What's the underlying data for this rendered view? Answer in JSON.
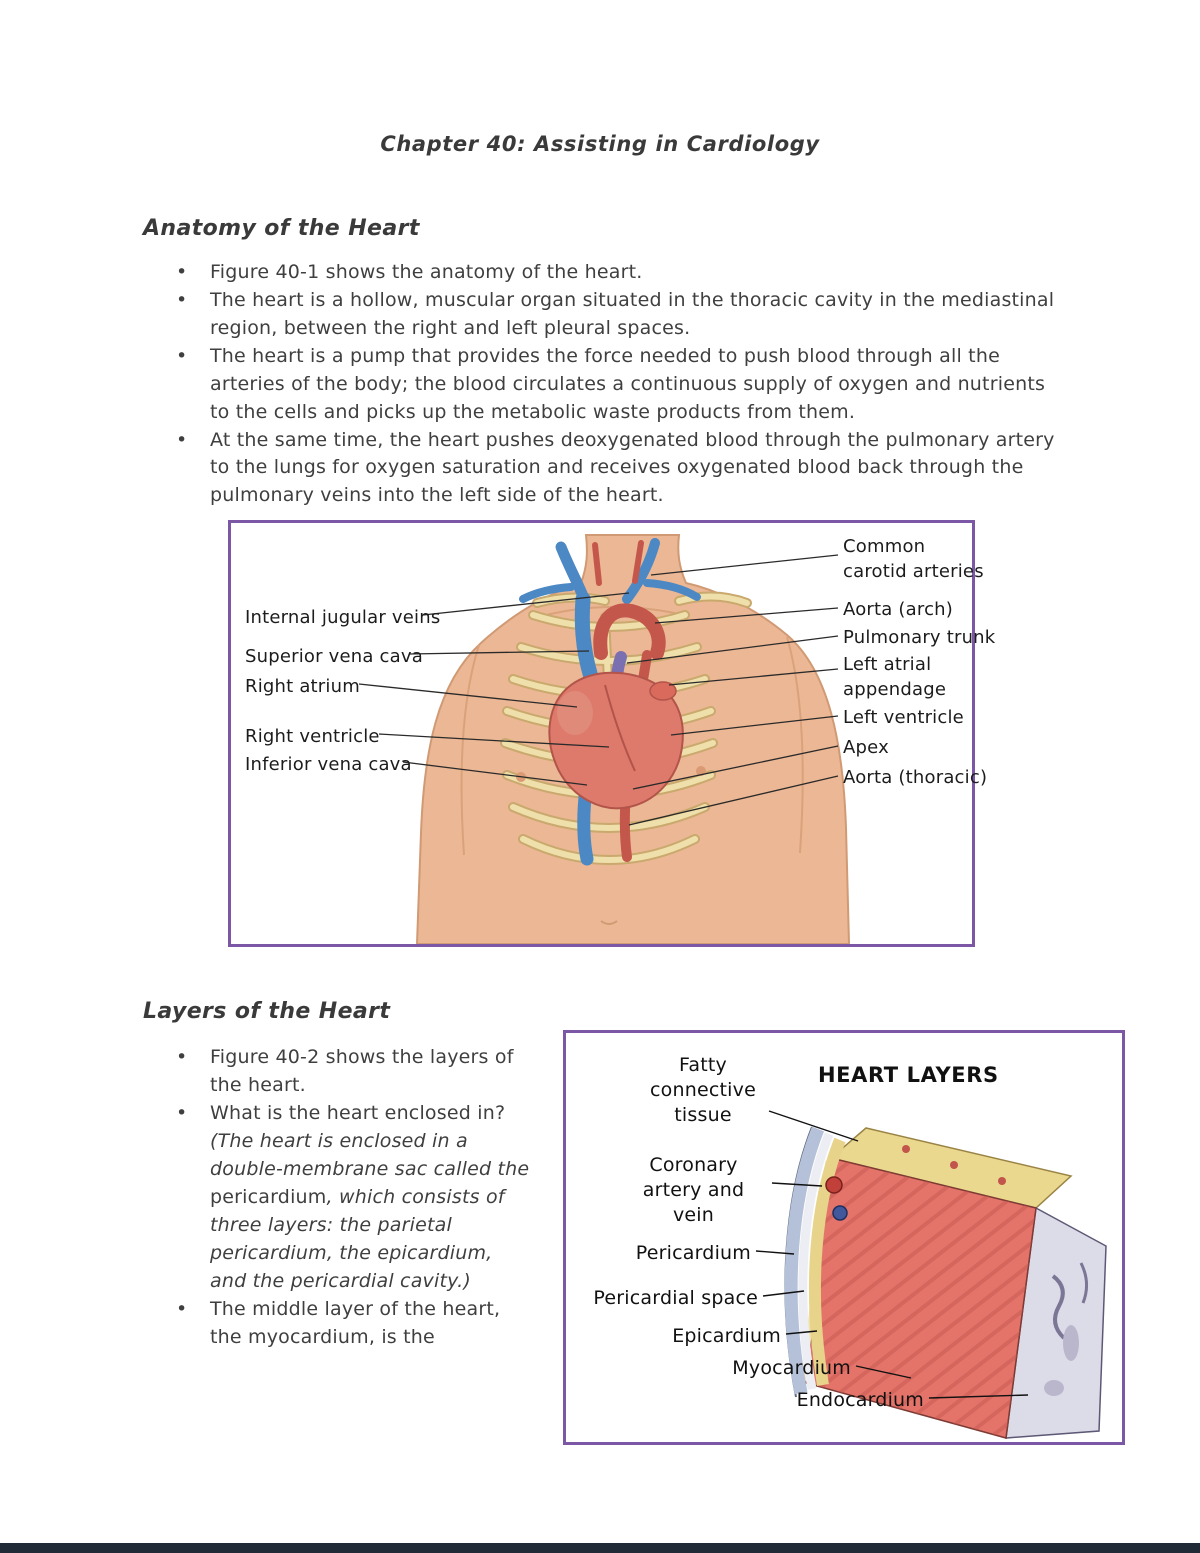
{
  "page": {
    "title": "Chapter 40: Assisting in Cardiology"
  },
  "anatomy_section": {
    "heading": "Anatomy of the Heart",
    "bullets": [
      "Figure 40-1 shows the anatomy of the heart.",
      "The heart is a hollow, muscular organ situated in the thoracic cavity in the mediastinal region, between the right and left pleural spaces.",
      "The heart is a pump that provides the force needed to push blood through all the arteries of the body; the blood circulates a continuous supply of oxygen and nutrients to the cells and picks up the metabolic waste products from them.",
      "At the same time, the heart pushes deoxygenated blood through the pulmonary artery to the lungs for oxygen saturation and receives oxygenated blood back through the pulmonary veins into the left side of the heart."
    ]
  },
  "figure1": {
    "left_labels": [
      "Internal jugular veins",
      "Superior vena cava",
      "Right atrium",
      "Right ventricle",
      "Inferior vena cava"
    ],
    "right_labels": [
      "Common carotid arteries",
      "Aorta (arch)",
      "Pulmonary trunk",
      "Left atrial appendage",
      "Left ventricle",
      "Apex",
      "Aorta (thoracic)"
    ]
  },
  "layers_section": {
    "heading": "Layers of the Heart",
    "bullet1": "Figure 40-2 shows the layers of the heart.",
    "bullet2_question": "What is the heart enclosed in?",
    "bullet2_answer_italic1": "(The heart is enclosed in a double-membrane sac called the ",
    "bullet2_answer_roman": "pericardium",
    "bullet2_answer_italic2": ", which consists of three layers: the parietal pericardium, the epicardium, and the pericardial cavity.)",
    "bullet3": "The middle layer of the heart, the myocardium, is the"
  },
  "figure2": {
    "title": "HEART LAYERS",
    "labels": [
      "Fatty connective tissue",
      "Coronary artery and vein",
      "Pericardium",
      "Pericardial space",
      "Epicardium",
      "Myocardium",
      "Endocardium"
    ]
  },
  "colors": {
    "figure_border": "#7b57a5",
    "body_text": "#3f3f3f"
  }
}
